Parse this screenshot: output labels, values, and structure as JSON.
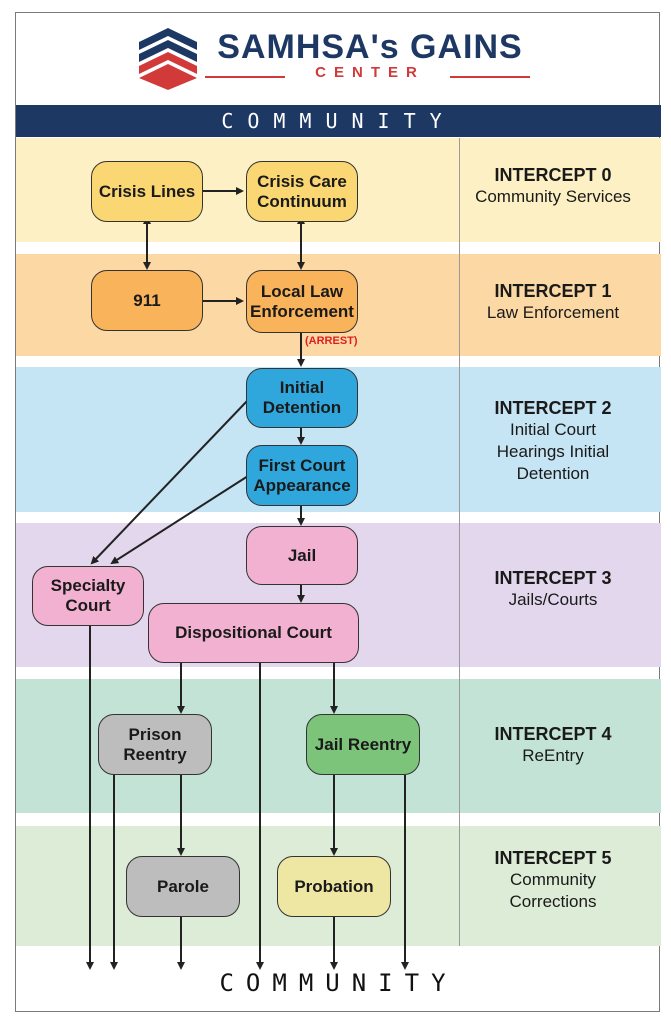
{
  "logo": {
    "title": "SAMHSA's GAINS",
    "subtitle": "CENTER"
  },
  "top_banner": "COMMUNITY",
  "bottom_label": "COMMUNITY",
  "arrest_label": "(ARREST)",
  "colors": {
    "navy": "#1e3864",
    "red": "#d23a3a",
    "band0": "#fcf0c4",
    "band1": "#fbd8a4",
    "band2": "#c5e4f4",
    "band3": "#e2d7ec",
    "band4": "#c2e3d6",
    "band5": "#dcecd7",
    "yellow_node": "#fbd774",
    "orange_node": "#f9b35a",
    "blue_node": "#2fa7dd",
    "pink_node": "#f2b1d1",
    "gray_node": "#bdbdbd",
    "green_node": "#7dc47b",
    "khaki_node": "#eee7a4"
  },
  "nodes": {
    "crisis_lines": "Crisis Lines",
    "crisis_care": "Crisis Care Continuum",
    "n911": "911",
    "local_law": "Local Law Enforcement",
    "initial_detention": "Initial Detention",
    "first_court": "First Court Appearance",
    "jail": "Jail",
    "specialty_court": "Specialty Court",
    "dispositional_court": "Dispositional Court",
    "prison_reentry": "Prison Reentry",
    "jail_reentry": "Jail Reentry",
    "parole": "Parole",
    "probation": "Probation"
  },
  "intercepts": [
    {
      "title": "INTERCEPT 0",
      "subtitle": "Community Services"
    },
    {
      "title": "INTERCEPT 1",
      "subtitle": "Law Enforcement"
    },
    {
      "title": "INTERCEPT 2",
      "subtitle": "Initial Court Hearings Initial Detention"
    },
    {
      "title": "INTERCEPT 3",
      "subtitle": "Jails/Courts"
    },
    {
      "title": "INTERCEPT 4",
      "subtitle": "ReEntry"
    },
    {
      "title": "INTERCEPT 5",
      "subtitle": "Community Corrections"
    }
  ]
}
